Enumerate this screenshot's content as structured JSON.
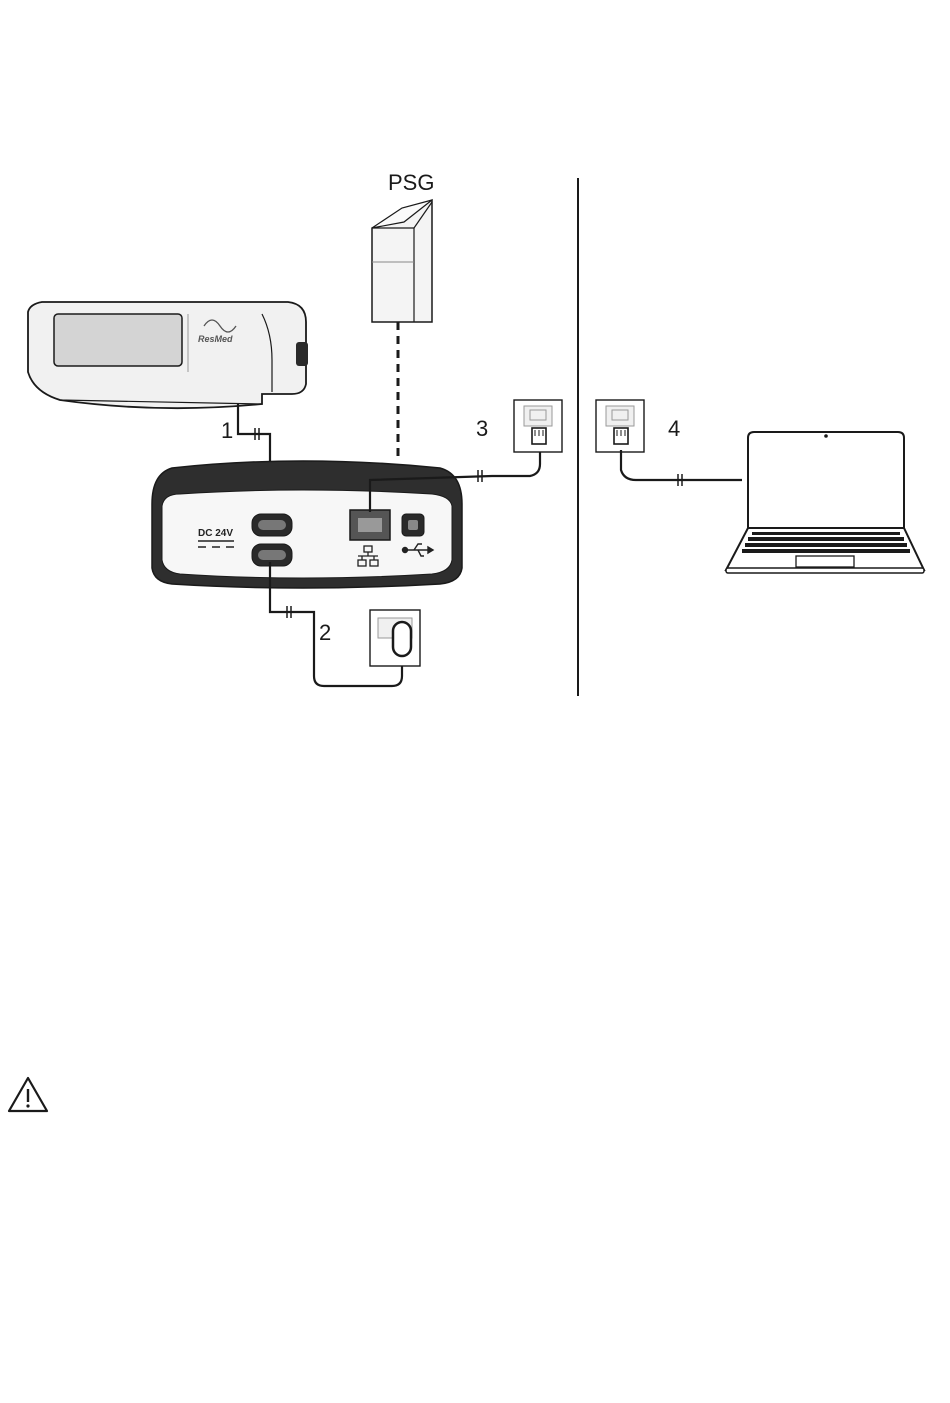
{
  "labels": {
    "psg": "PSG",
    "num1": "1",
    "num2": "2",
    "num3": "3",
    "num4": "4",
    "dc": "DC 24V",
    "brand": "ResMed"
  },
  "icons": {
    "warning": "warning-triangle-icon",
    "ethernet": "network-icon",
    "usb": "usb-icon"
  },
  "colors": {
    "line": "#1a1a1a",
    "device_fill": "#f1f1f1",
    "device_dark": "#2a2a2a",
    "screen": "#d4d4d4"
  }
}
